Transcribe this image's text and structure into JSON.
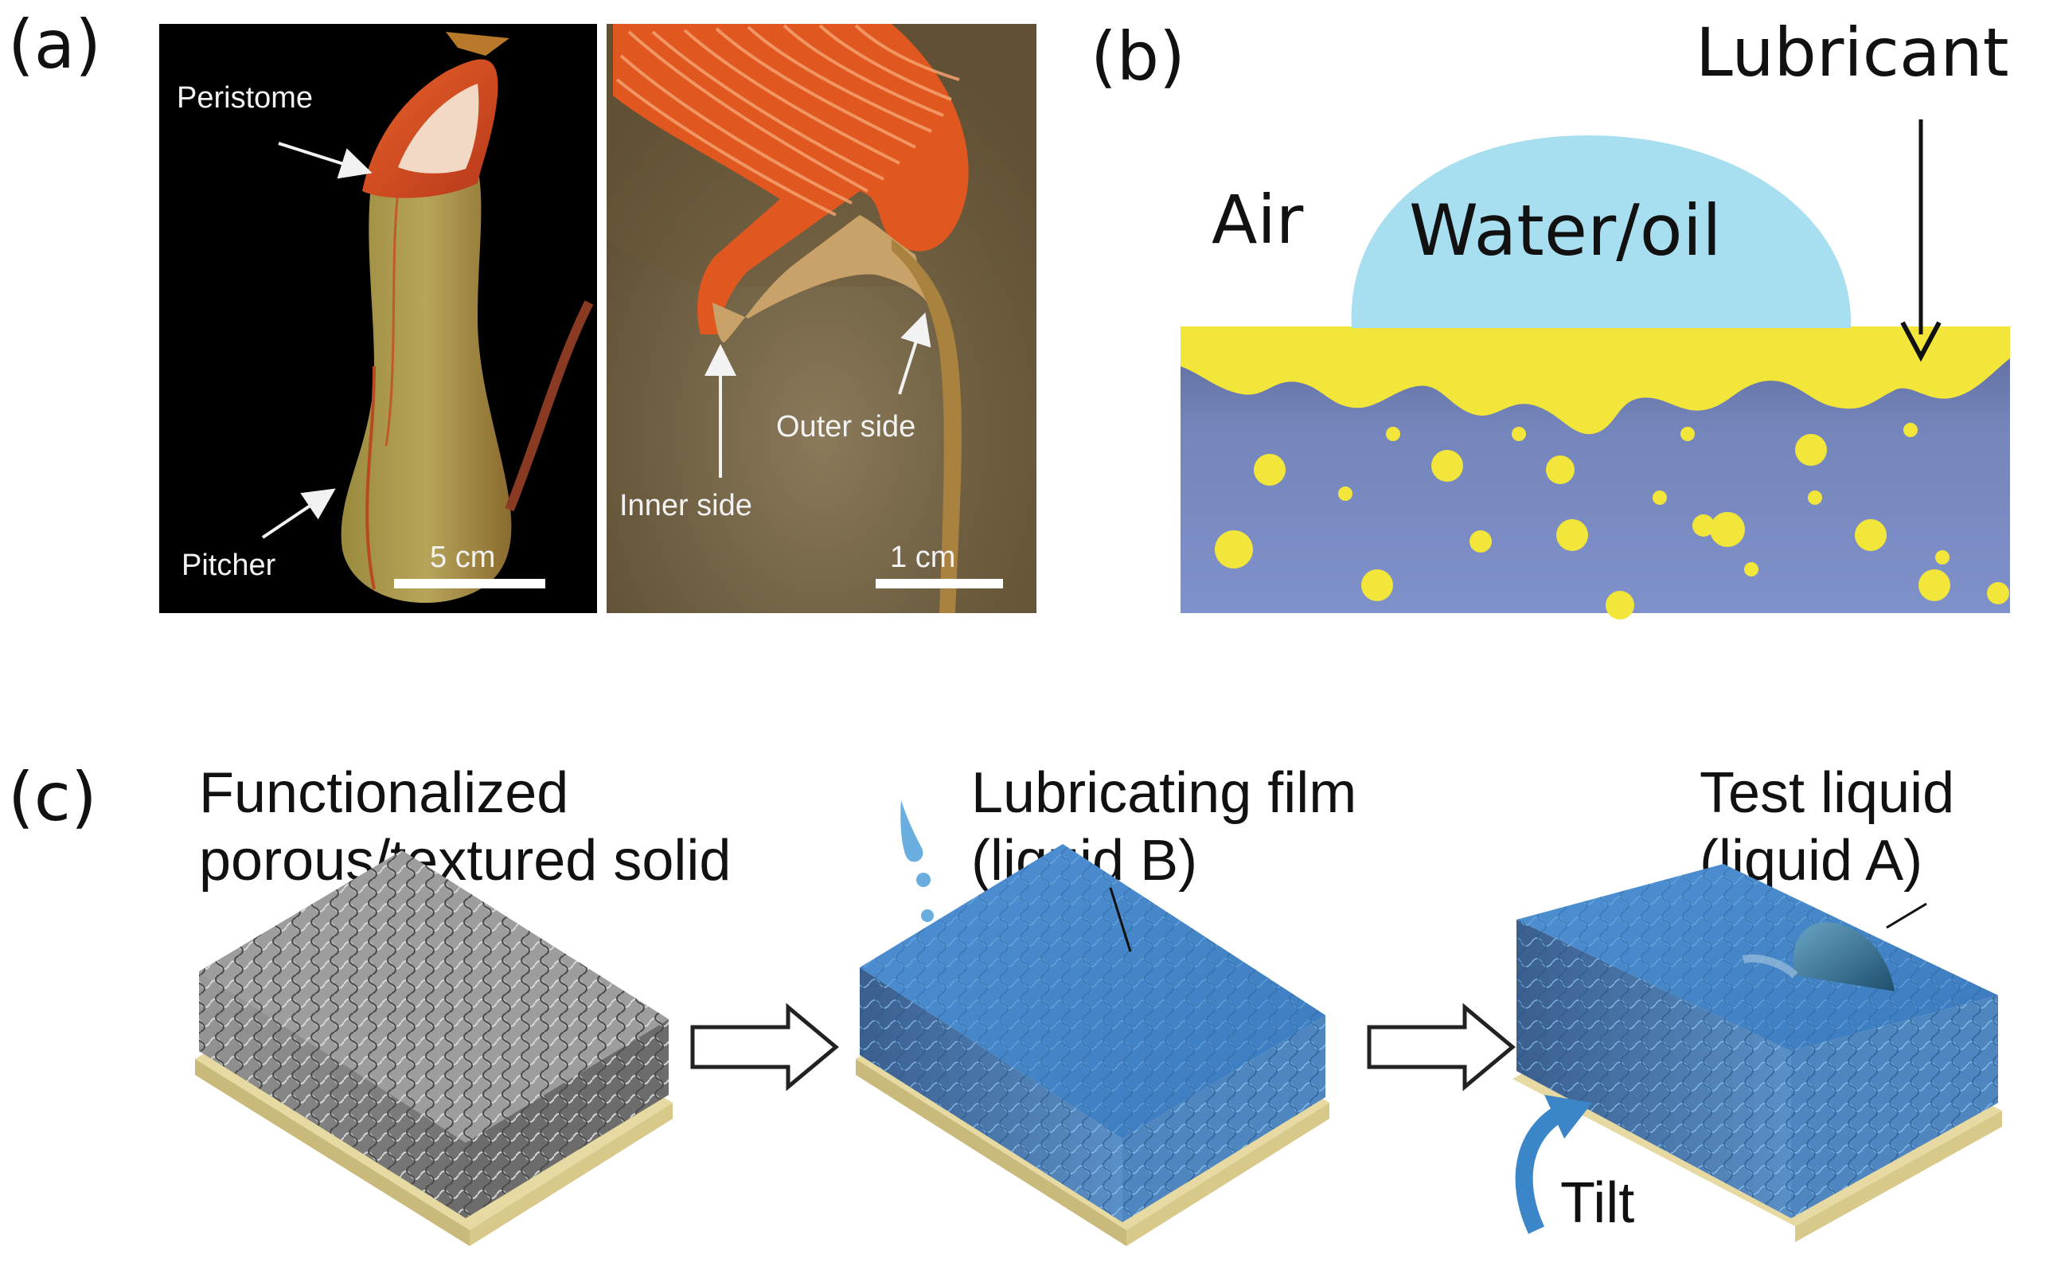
{
  "panel_a": {
    "label": "(a)",
    "peristome": "Peristome",
    "pitcher": "Pitcher",
    "scale_left": "5 cm",
    "inner_side": "Inner side",
    "outer_side": "Outer side",
    "scale_right": "1 cm"
  },
  "panel_b": {
    "label": "(b)",
    "lubricant": "Lubricant",
    "air": "Air",
    "droplet": "Water/oil",
    "colors": {
      "droplet": "#a8dff0",
      "lubricant": "#f3e63a",
      "substrate": "#7b8cc4"
    }
  },
  "panel_c": {
    "label": "(c)",
    "step1_line1": "Functionalized",
    "step1_line2": "porous/textured solid",
    "step2_line1": "Lubricating film",
    "step2_line2": "(liquid B)",
    "step3_line1": "Test liquid",
    "step3_line2": "(liquid A)",
    "tilt": "Tilt",
    "colors": {
      "base": "#e6d9a2",
      "porous": "#8a8a8a",
      "infused": "#4f8fc9",
      "tilt_arrow": "#3a86c8"
    }
  }
}
